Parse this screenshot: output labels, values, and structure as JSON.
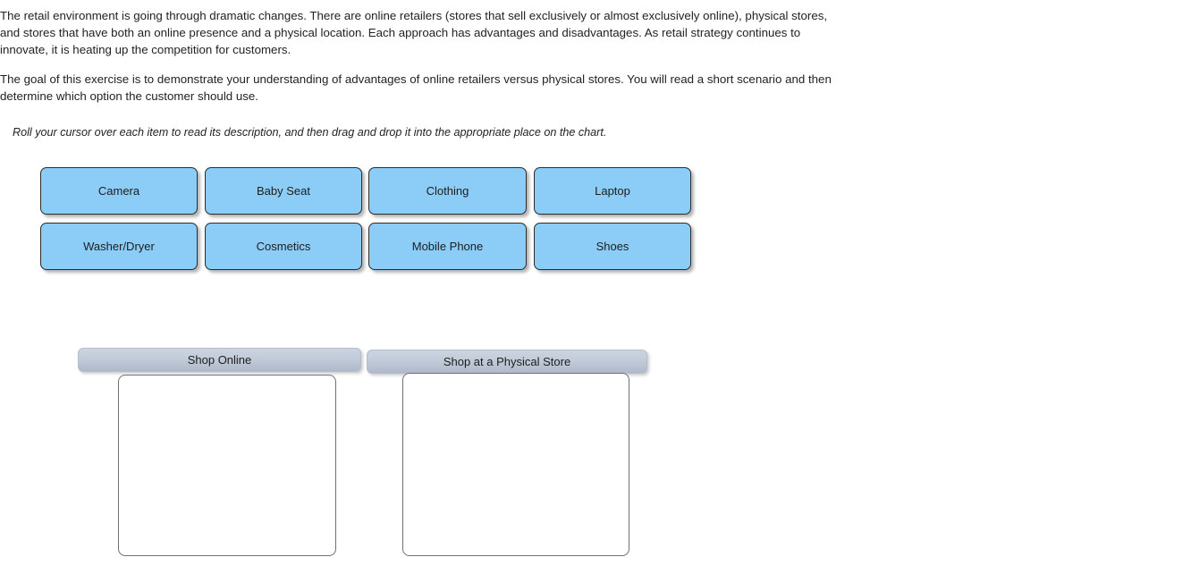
{
  "intro": {
    "paragraph_1": "The retail environment is going through dramatic changes. There are online retailers (stores that sell exclusively or almost exclusively online), physical stores, and stores that have both an online presence and a physical location. Each approach has advantages and disadvantages. As retail strategy continues to innovate, it is heating up the competition for customers.",
    "paragraph_2": "The goal of this exercise is to demonstrate your understanding of advantages of online retailers versus physical stores. You will read a short scenario and then determine which option the customer should use.",
    "instruction": "Roll your cursor over each item to read its description, and then drag and drop it into the appropriate place on the chart."
  },
  "tiles": [
    {
      "label": "Camera"
    },
    {
      "label": "Baby Seat"
    },
    {
      "label": "Clothing"
    },
    {
      "label": "Laptop"
    },
    {
      "label": "Washer/Dryer"
    },
    {
      "label": "Cosmetics"
    },
    {
      "label": "Mobile Phone"
    },
    {
      "label": "Shoes"
    }
  ],
  "drop_zones": [
    {
      "title": "Shop Online",
      "items": []
    },
    {
      "title": "Shop at a Physical Store",
      "items": []
    }
  ],
  "colors": {
    "tile_fill": "#8ccdf7",
    "tile_border": "#2b2b2b",
    "zone_header_top": "#ccd4e0",
    "zone_header_bottom": "#aeb9ca",
    "zone_box_border": "#6f7073",
    "text": "#222222",
    "page_background": "#ffffff"
  }
}
